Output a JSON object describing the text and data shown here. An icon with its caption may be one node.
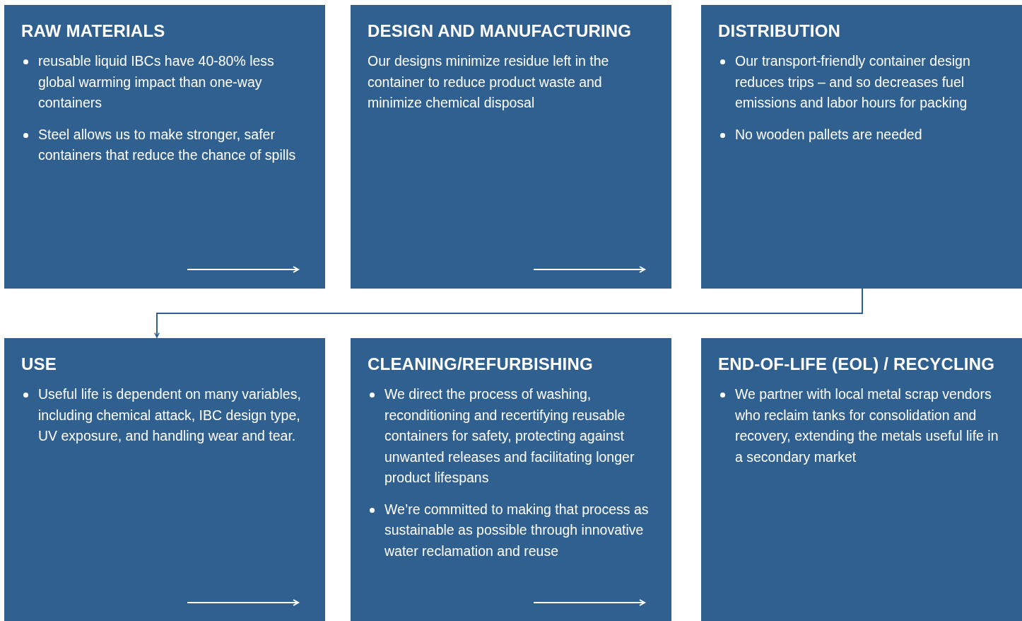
{
  "diagram": {
    "nodes": [
      {
        "text": [
          "RAW MATERIALS",
          "reusable liquid IBCs have 40-80% less global warming impact than one-way containers",
          "Steel allows us to make stronger, safer containers that reduce the chance of spills"
        ]
      },
      {
        "text": [
          "DESIGN AND MANUFACTURING",
          "Our designs minimize residue left in the container to reduce product waste and minimize chemical disposal"
        ]
      },
      {
        "text": [
          "DISTRIBUTION",
          "Our transport-friendly container design reduces trips – and so decreases fuel emissions and labor hours for packing",
          "No wooden pallets are needed"
        ]
      },
      {
        "text": [
          "USE",
          "Useful life is dependent on many variables, including chemical attack, IBC design type, UV exposure, and handling wear and tear."
        ]
      },
      {
        "text": [
          "CLEANING/REFURBISHING",
          "We direct the process of washing, reconditioning and recertifying reusable containers for safety, protecting against unwanted releases and facilitating longer product lifespans",
          "We’re committed to making that process as sustainable as possible through innovative water reclamation and reuse"
        ]
      },
      {
        "text": [
          "END-OF-LIFE (EOL) / RECYCLING",
          "We partner with local metal scrap vendors who reclaim tanks for consolidation and recovery, extending the metals useful life in a secondary market"
        ]
      }
    ],
    "edges": [
      {
        "from": 2,
        "to": 3,
        "arrow": "to",
        "color": "#30608f"
      }
    ]
  }
}
